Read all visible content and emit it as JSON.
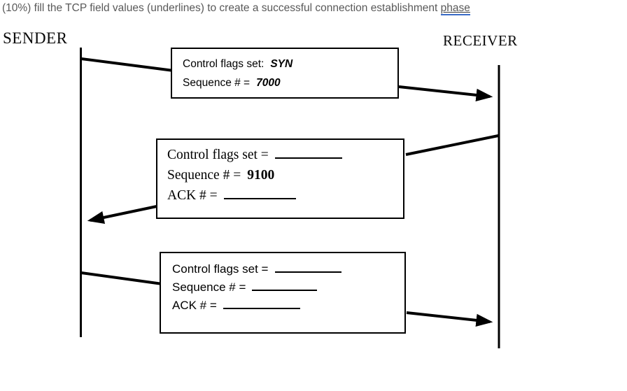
{
  "question": {
    "text": "(10%) fill the TCP field values (underlines) to create a successful connection establishment",
    "link_word": "phase"
  },
  "diagram": {
    "sender_label": "SENDER",
    "receiver_label": "RECEIVER",
    "boxes": [
      {
        "name": "syn-segment",
        "rows": [
          {
            "label": "Control flags set:",
            "value": "SYN"
          },
          {
            "label": "Sequence # =",
            "value": "7000"
          }
        ]
      },
      {
        "name": "syn-ack-segment",
        "rows": [
          {
            "label": "Control flags set =",
            "blank_width": 96
          },
          {
            "label": "Sequence # =",
            "value": "9100"
          },
          {
            "label": "ACK # =",
            "blank_width": 103
          }
        ]
      },
      {
        "name": "ack-segment",
        "rows": [
          {
            "label": "Control flags set =",
            "blank_width": 95
          },
          {
            "label": "Sequence # =",
            "blank_width": 93
          },
          {
            "label": "ACK # =",
            "blank_width": 110
          }
        ]
      }
    ]
  },
  "colors": {
    "question_text": "#595959",
    "link_underline": "#3b6cc7",
    "diagram_ink": "#000000"
  }
}
